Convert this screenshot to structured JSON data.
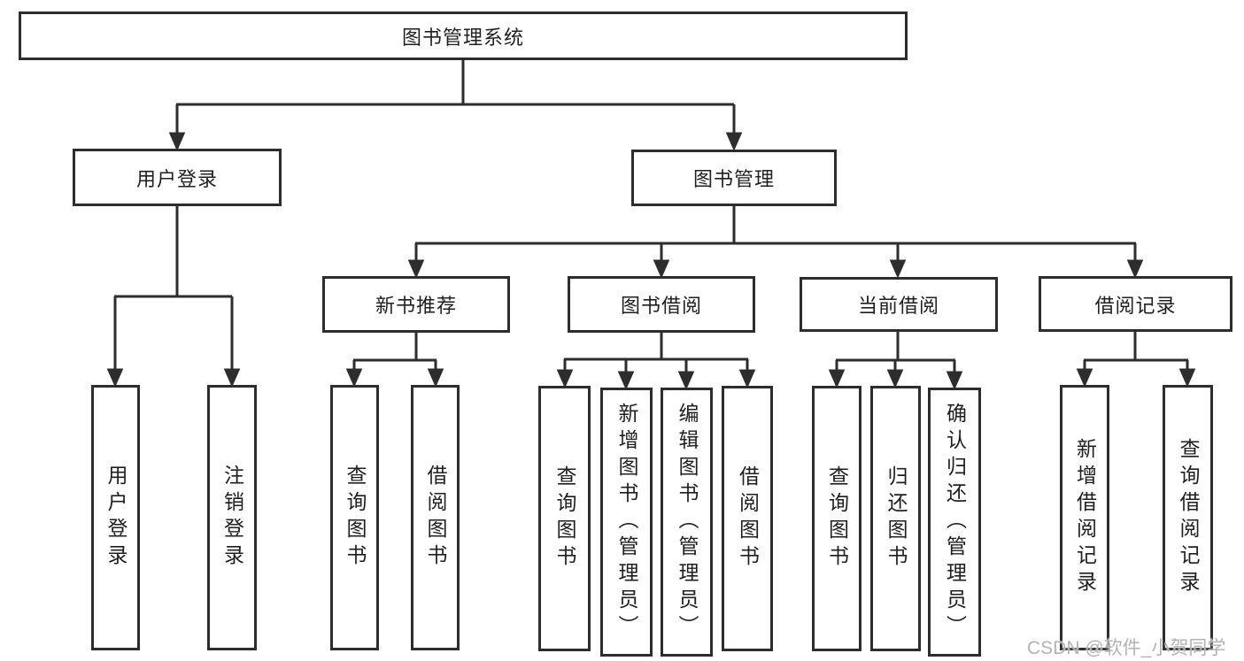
{
  "diagram": {
    "root": {
      "label": "图书管理系统"
    },
    "level1": {
      "user_login": {
        "label": "用户登录"
      },
      "book_mgmt": {
        "label": "图书管理"
      }
    },
    "level2": {
      "new_books": {
        "label": "新书推荐"
      },
      "book_borrow": {
        "label": "图书借阅"
      },
      "current_borrow": {
        "label": "当前借阅"
      },
      "borrow_records": {
        "label": "借阅记录"
      }
    },
    "leaves": [
      "用户登录",
      "注销登录",
      "查询图书",
      "借阅图书",
      "查询图书",
      "新增图书（管理员）",
      "编辑图书（管理员）",
      "借阅图书",
      "查询图书",
      "归还图书",
      "确认归还（管理员）",
      "新增借阅记录",
      "查询借阅记录"
    ]
  },
  "watermark": "CSDN @软件_小贺同学",
  "colors": {
    "line": "#2d2d2d",
    "text": "#1f1f1f",
    "watermark": "#b3b3b3",
    "background": "#ffffff"
  }
}
